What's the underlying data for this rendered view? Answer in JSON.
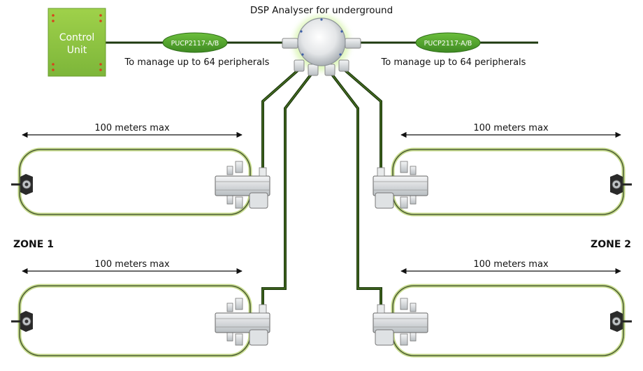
{
  "title": "DSP Analyser for underground",
  "control_unit": {
    "line1": "Control",
    "line2": "Unit"
  },
  "modules": [
    {
      "label": "PUCP2117-A/B",
      "caption": "To manage up to 64 peripherals"
    },
    {
      "label": "PUCP2117-A/B",
      "caption": "To manage up to 64 peripherals"
    }
  ],
  "loops": [
    {
      "distance": "100 meters max"
    },
    {
      "distance": "100 meters max"
    },
    {
      "distance": "100 meters max"
    },
    {
      "distance": "100 meters max"
    }
  ],
  "zones": [
    {
      "label": "ZONE 1"
    },
    {
      "label": "ZONE 2"
    }
  ],
  "colors": {
    "green_fill": "#8cc63f",
    "green_module": "#4c9a2a",
    "cable": "#1e3a0f",
    "loop_edge": "#c4d98a",
    "dot": "#d8421c"
  }
}
